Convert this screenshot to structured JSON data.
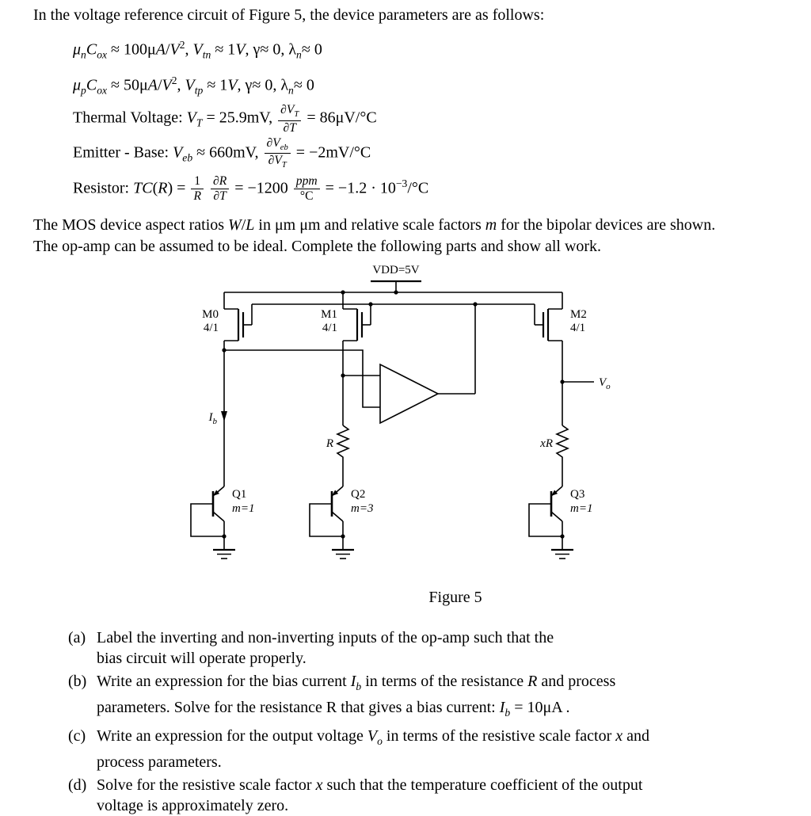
{
  "doc": {
    "title": "In the voltage reference circuit of Figure 5, the device parameters are as follows:",
    "params": [
      [
        [
          "i",
          "μ"
        ],
        [
          "sub",
          "n"
        ],
        [
          "i",
          "C"
        ],
        [
          "sub",
          "ox"
        ],
        [
          "n",
          "  ≈ 100μ"
        ],
        [
          "i",
          "A"
        ],
        [
          "n",
          "/"
        ],
        [
          "i",
          "V"
        ],
        [
          "sup",
          "2"
        ],
        [
          "n",
          ", "
        ],
        [
          "i",
          "V"
        ],
        [
          "sub",
          "tn"
        ],
        [
          "n",
          "  ≈ 1"
        ],
        [
          "i",
          "V"
        ],
        [
          "n",
          ", γ≈ 0, λ"
        ],
        [
          "sub",
          "n"
        ],
        [
          "n",
          "≈ 0"
        ]
      ],
      [
        [
          "i",
          "μ"
        ],
        [
          "sub",
          "p"
        ],
        [
          "i",
          "C"
        ],
        [
          "sub",
          "ox"
        ],
        [
          "n",
          "  ≈ 50μ"
        ],
        [
          "i",
          "A"
        ],
        [
          "n",
          "/"
        ],
        [
          "i",
          "V"
        ],
        [
          "sup",
          "2"
        ],
        [
          "n",
          ", "
        ],
        [
          "i",
          "V"
        ],
        [
          "sub",
          "tp"
        ],
        [
          "n",
          "  ≈ 1"
        ],
        [
          "i",
          "V"
        ],
        [
          "n",
          ", γ≈ 0, λ"
        ],
        [
          "sub",
          "n"
        ],
        [
          "n",
          "≈ 0"
        ]
      ],
      [
        [
          "n",
          "Thermal Voltage: "
        ],
        [
          "i",
          "V"
        ],
        [
          "sub",
          "T"
        ],
        [
          "n",
          " = 25.9mV, "
        ],
        [
          "frac",
          [
            [
              "n",
              "∂"
            ],
            [
              "i",
              "V"
            ],
            [
              "sub",
              "T"
            ]
          ],
          [
            [
              "n",
              "∂"
            ],
            [
              "i",
              "T"
            ]
          ]
        ],
        [
          "n",
          " = 86μV/°C"
        ]
      ],
      [
        [
          "n",
          "Emitter - Base: "
        ],
        [
          "i",
          "V"
        ],
        [
          "sub",
          "eb"
        ],
        [
          "n",
          " ≈ 660mV, "
        ],
        [
          "frac",
          [
            [
              "n",
              "∂"
            ],
            [
              "i",
              "V"
            ],
            [
              "sub",
              "eb"
            ]
          ],
          [
            [
              "n",
              "∂"
            ],
            [
              "i",
              "V"
            ],
            [
              "sub",
              "T"
            ]
          ]
        ],
        [
          "n",
          " = −2mV/°C"
        ]
      ],
      [
        [
          "n",
          "Resistor: "
        ],
        [
          "i",
          "TC"
        ],
        [
          "n",
          "("
        ],
        [
          "i",
          "R"
        ],
        [
          "n",
          ") = "
        ],
        [
          "frac",
          [
            [
              "n",
              "1"
            ]
          ],
          [
            [
              "i",
              "R"
            ]
          ]
        ],
        [
          "n",
          " "
        ],
        [
          "frac",
          [
            [
              "n",
              "∂"
            ],
            [
              "i",
              "R"
            ]
          ],
          [
            [
              "n",
              "∂"
            ],
            [
              "i",
              "T"
            ]
          ]
        ],
        [
          "n",
          " = −1200 "
        ],
        [
          "frac",
          [
            [
              "i",
              "ppm"
            ]
          ],
          [
            [
              "n",
              "°C"
            ]
          ]
        ],
        [
          "n",
          " = −1.2 · 10"
        ],
        [
          "sup",
          "−3"
        ],
        [
          "n",
          "/°C"
        ]
      ]
    ],
    "para_lines": [
      [
        [
          "n",
          "The MOS device aspect ratios "
        ],
        [
          "i",
          "W"
        ],
        [
          "n",
          "/"
        ],
        [
          "i",
          "L"
        ],
        [
          "n",
          " in μm μm and relative scale factors "
        ],
        [
          "i",
          "m"
        ],
        [
          "n",
          " for the bipolar devices are shown."
        ]
      ],
      [
        [
          "n",
          "The op-amp can be assumed to be ideal. Complete the following parts and show all work."
        ]
      ]
    ],
    "caption": "Figure 5",
    "parts": [
      {
        "label": "(a)",
        "lines": [
          [
            [
              "n",
              "Label the inverting and non-inverting inputs of the op-amp such that the"
            ]
          ],
          [
            [
              "n",
              "bias circuit will operate properly."
            ]
          ]
        ]
      },
      {
        "label": "(b)",
        "lines": [
          [
            [
              "n",
              "Write an expression for the bias current "
            ],
            [
              "i",
              "I"
            ],
            [
              "sub",
              "b"
            ],
            [
              "n",
              " in terms of the resistance "
            ],
            [
              "i",
              "R"
            ],
            [
              "n",
              " and process"
            ]
          ],
          [
            [
              "n",
              "parameters. Solve for the resistance R that gives a bias current: "
            ],
            [
              "i",
              "I"
            ],
            [
              "sub",
              "b"
            ],
            [
              "n",
              " = 10μA ."
            ]
          ]
        ]
      },
      {
        "label": "(c)",
        "lines": [
          [
            [
              "n",
              "Write an expression for the output voltage "
            ],
            [
              "i",
              "V"
            ],
            [
              "sub",
              "o"
            ],
            [
              "n",
              " in terms of the resistive scale factor "
            ],
            [
              "i",
              "x"
            ],
            [
              "n",
              " and"
            ]
          ],
          [
            [
              "n",
              "process parameters."
            ]
          ]
        ]
      },
      {
        "label": "(d)",
        "lines": [
          [
            [
              "n",
              "Solve for the resistive scale factor "
            ],
            [
              "i",
              "x"
            ],
            [
              "n",
              " such that the temperature coefficient of the output"
            ]
          ],
          [
            [
              "n",
              "voltage is approximately zero."
            ]
          ]
        ]
      }
    ]
  },
  "fig": {
    "vdd": "VDD=5V",
    "m0": {
      "name": "M0",
      "ratio": "4/1"
    },
    "m1": {
      "name": "M1",
      "ratio": "4/1"
    },
    "m2": {
      "name": "M2",
      "ratio": "4/1"
    },
    "r_label": "R",
    "xr_label": "xR",
    "ib": {
      "base": "I",
      "sub": "b"
    },
    "vo": {
      "base": "V",
      "sub": "o"
    },
    "q1": {
      "name": "Q1",
      "m": "m=1"
    },
    "q2": {
      "name": "Q2",
      "m": "m=3"
    },
    "q3": {
      "name": "Q3",
      "m": "m=1"
    }
  }
}
